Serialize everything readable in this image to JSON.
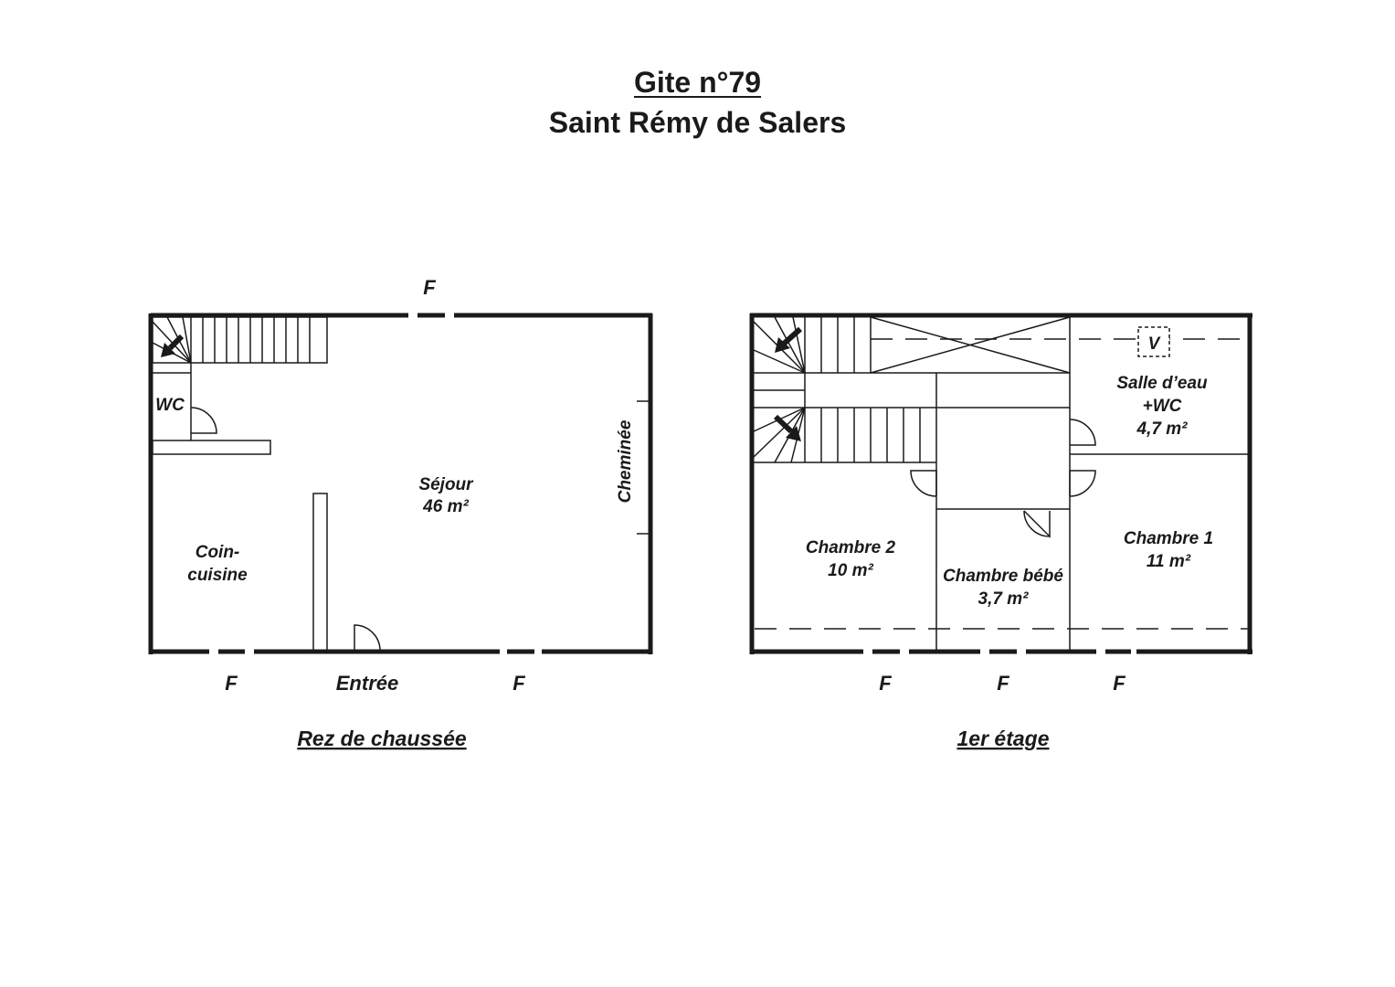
{
  "header": {
    "title": "Gite n°79",
    "subtitle": "Saint Rémy de Salers"
  },
  "ground_floor": {
    "caption": "Rez de chaussée",
    "rooms": {
      "wc": "WC",
      "sejour": "Séjour",
      "sejour_area": "46 m²",
      "kitchen_line1": "Coin-",
      "kitchen_line2": "cuisine",
      "fireplace": "Cheminée"
    },
    "window_marks": [
      "F",
      "F",
      "F"
    ],
    "entrance": "Entrée"
  },
  "first_floor": {
    "caption": "1er étage",
    "rooms": {
      "bath_line1": "Salle d’eau",
      "bath_line2": "+WC",
      "bath_area": "4,7 m²",
      "vent": "V",
      "bedroom1": "Chambre 1",
      "bedroom1_area": "11 m²",
      "bedroom2": "Chambre 2",
      "bedroom2_area": "10 m²",
      "baby_room": "Chambre bébé",
      "baby_room_area": "3,7 m²"
    },
    "window_marks": [
      "F",
      "F",
      "F"
    ]
  },
  "colors": {
    "ink": "#1a1a1a",
    "background": "#ffffff"
  }
}
